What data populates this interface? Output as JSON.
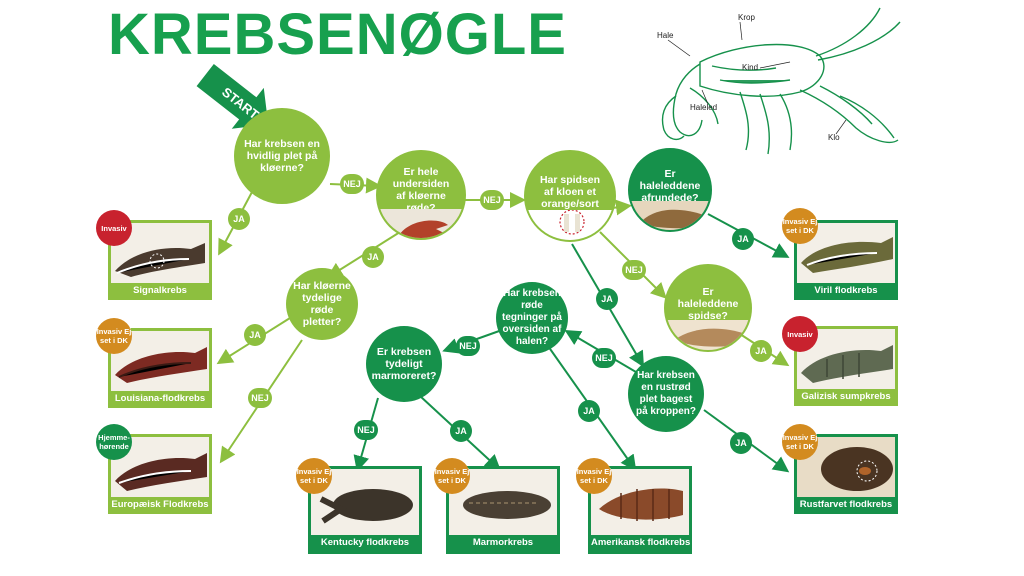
{
  "title": "KREBSENØGLE",
  "start_label": "START",
  "questions": {
    "q1": "Har krebsen en hvidlig plet på kløerne?",
    "q2": "Er hele undersiden af kløerne røde?",
    "q3": "Har spidsen af kloen et orange/sort bånd?",
    "q4": "Er haleleddene afrundede?",
    "q5": "Er haleleddene spidse?",
    "q6": "Har kløerne tydelige røde pletter?",
    "q7": "Har krebsen røde tegninger på oversiden af halen?",
    "q8": "Er krebsen tydeligt marmoreret?",
    "q9": "Har krebsen en rustrød plet bagest på kroppen?"
  },
  "answers": {
    "ja": "JA",
    "nej": "NEJ"
  },
  "status": {
    "invasiv": "Invasiv",
    "invasiv_ej": "Invasiv Ej set i DK",
    "hjemme": "Hjemme-hørende"
  },
  "species": {
    "signal": "Signalkrebs",
    "louisiana": "Louisiana-flodkrebs",
    "europaeisk": "Europæisk Flodkrebs",
    "kentucky": "Kentucky flodkrebs",
    "marmor": "Marmorkrebs",
    "amerikansk": "Amerikansk flodkrebs",
    "viril": "Viril flodkrebs",
    "galizisk": "Galizisk sumpkrebs",
    "rustfarvet": "Rustfarvet flodkrebs"
  },
  "anatomy": {
    "hale": "Hale",
    "krop": "Krop",
    "kind": "Kind",
    "haleled": "Haleled",
    "klo": "Klo"
  },
  "colors": {
    "dark_green": "#16914b",
    "light_green": "#8dbf3f",
    "invasive_red": "#c8222e",
    "orange": "#d38b1f",
    "native_green": "#16914b"
  }
}
